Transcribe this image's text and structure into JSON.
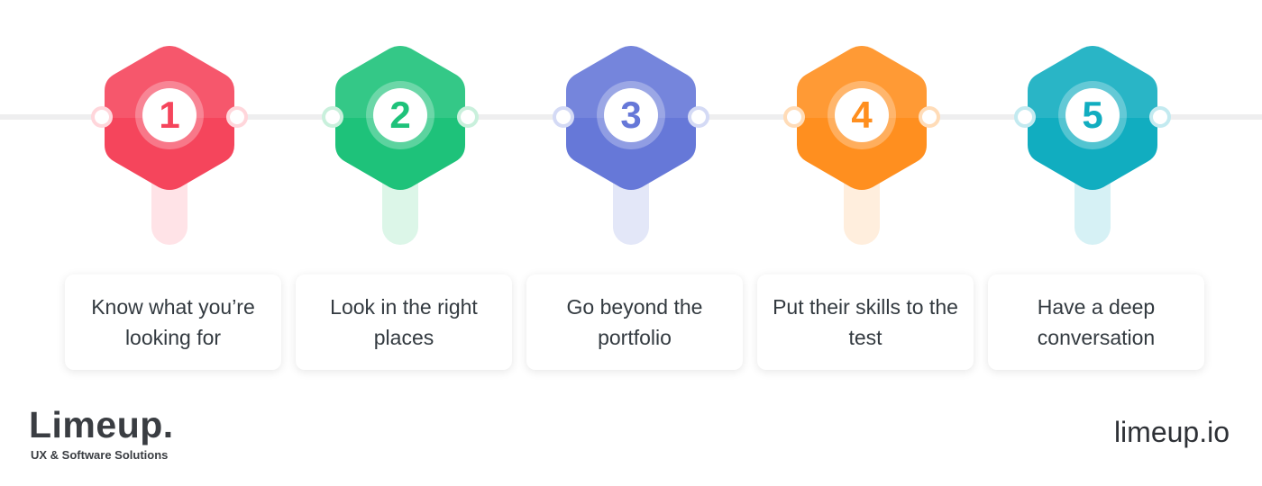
{
  "steps": [
    {
      "number": "1",
      "label": "Know what you’re looking for",
      "color": "#f5455c",
      "color_light": "#ffd6db",
      "stem_color": "#ffe3e7"
    },
    {
      "number": "2",
      "label": "Look in the right places",
      "color": "#1ec27a",
      "color_light": "#c9f0dc",
      "stem_color": "#dcf6e8"
    },
    {
      "number": "3",
      "label": "Go beyond the portfolio",
      "color": "#6678d8",
      "color_light": "#d4daf5",
      "stem_color": "#e3e7f8"
    },
    {
      "number": "4",
      "label": "Put their skills to the test",
      "color": "#ff8f1f",
      "color_light": "#ffdcb8",
      "stem_color": "#ffeedd"
    },
    {
      "number": "5",
      "label": "Have a deep conversation",
      "color": "#11adc0",
      "color_light": "#c3eaf0",
      "stem_color": "#d6f1f5"
    }
  ],
  "brand": {
    "name": "Limeup.",
    "tagline": "UX & Software Solutions",
    "url": "limeup.io"
  }
}
